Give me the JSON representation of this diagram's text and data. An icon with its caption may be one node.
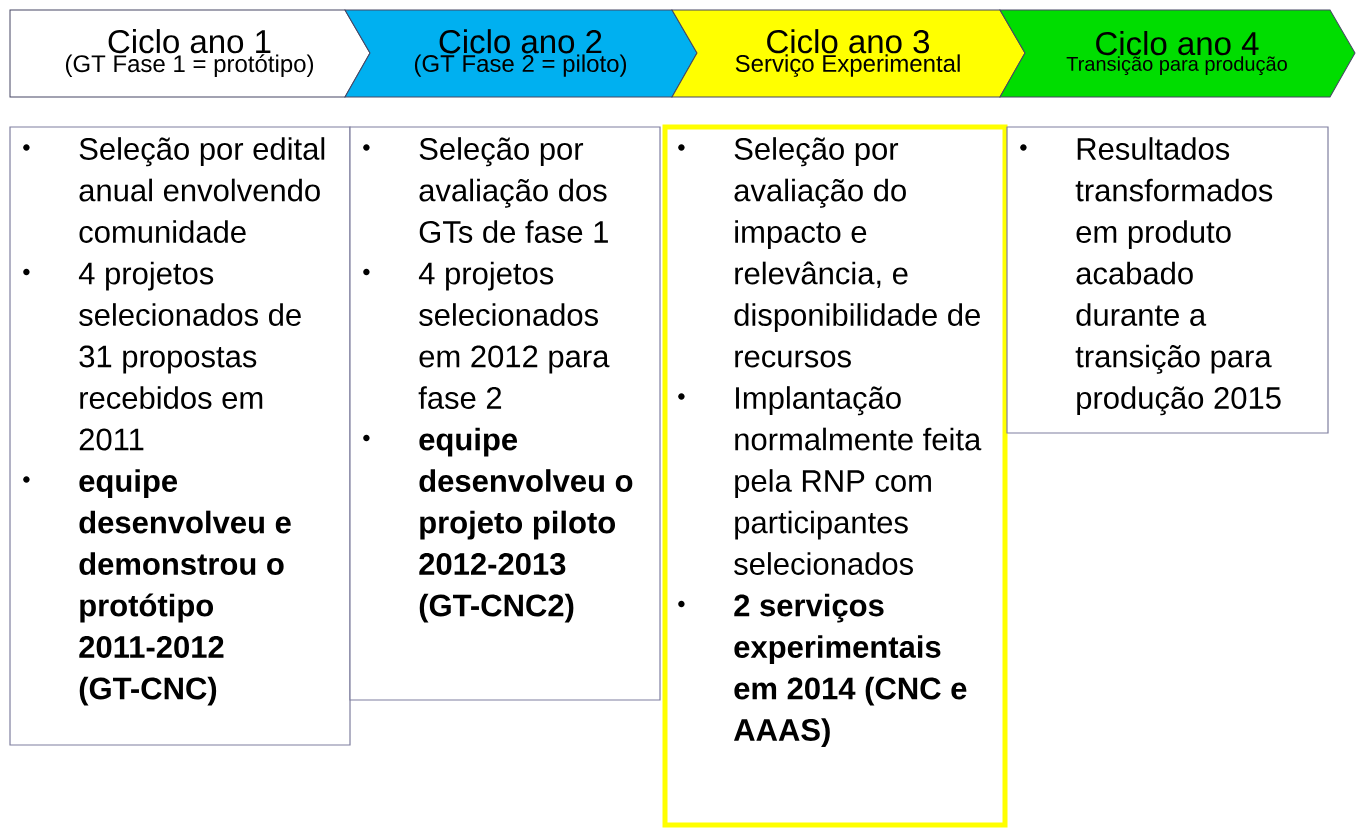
{
  "diagram": {
    "nodes": [
      {
        "text": [
          "Ciclo ano 1",
          "(GT Fase 1 = protótipo)"
        ]
      },
      {
        "text": [
          "Ciclo ano 2",
          "(GT Fase 2 = piloto)"
        ]
      },
      {
        "text": [
          "Ciclo ano 3",
          "Serviço Experimental"
        ]
      },
      {
        "text": [
          "Ciclo ano 4",
          "Transição para produção"
        ]
      },
      {
        "text": [
          "Seleção por edital anual envolvendo comunidade",
          "4 projetos selecionados de 31 propostas recebidos em 2011",
          "equipe desenvolveu e demonstrou o protótipo 2011-2012 (GT-CNC)"
        ]
      },
      {
        "text": [
          "Seleção por avaliação dos GTs de fase 1",
          "4 projetos selecionados em 2012 para fase 2",
          "equipe desenvolveu o projeto piloto 2012-2013 (GT-CNC2)"
        ]
      },
      {
        "text": [
          "Seleção por avaliação do impacto e relevância, e disponibilidade de recursos",
          "Implantação normalmente feita pela RNP com participantes selecionados",
          "2 serviços experimentais em 2014 (CNC e AAAS)"
        ]
      },
      {
        "text": [
          "Resultados transformados em produto acabado durante a transição para produção 2015"
        ]
      }
    ]
  }
}
